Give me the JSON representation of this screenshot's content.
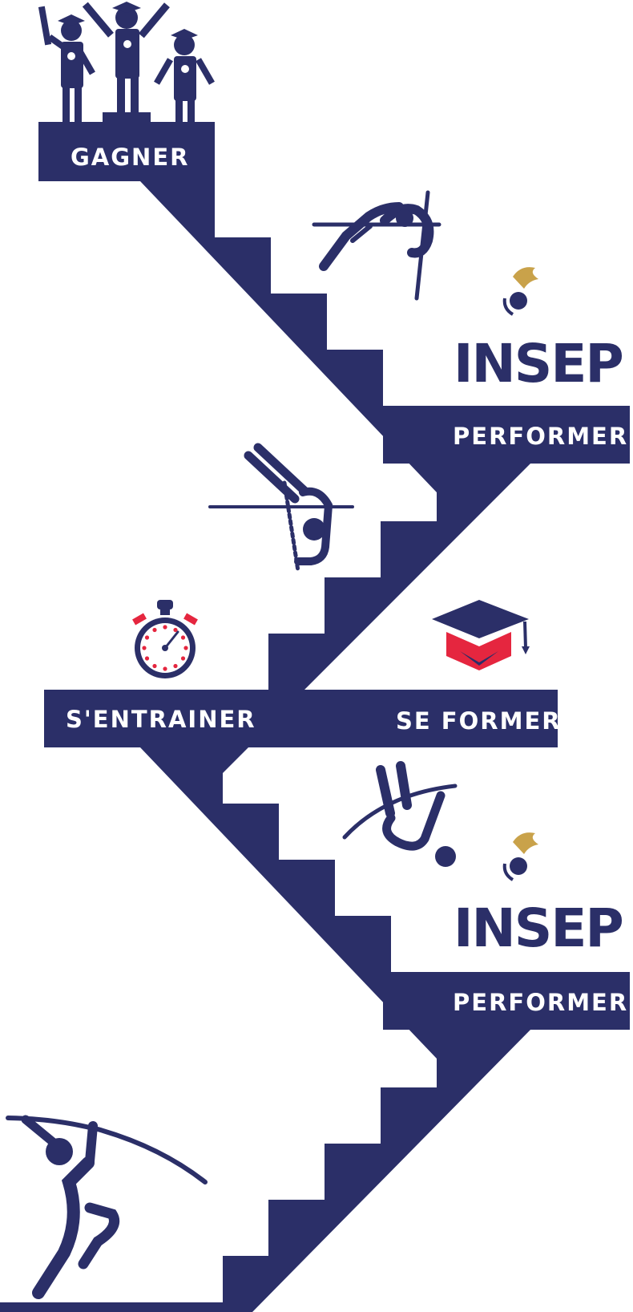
{
  "colors": {
    "navy": "#2b2f68",
    "red": "#e5263f",
    "gold": "#c9a24a",
    "white": "#ffffff"
  },
  "steps": {
    "win": "GAGNER",
    "perform_top": "PERFORMER",
    "train": "S'ENTRAINER",
    "educate": "SE FORMER",
    "perform_bottom": "PERFORMER"
  },
  "logos": {
    "top": "INSEP",
    "bottom": "INSEP"
  },
  "icons": [
    "podium-graduates-icon",
    "pole-vault-clearance-icon",
    "pole-vault-inverted-icon",
    "stopwatch-icon",
    "graduation-cap-icon",
    "pole-vault-swing-icon",
    "pole-vault-takeoff-icon",
    "insep-rooster-icon"
  ]
}
